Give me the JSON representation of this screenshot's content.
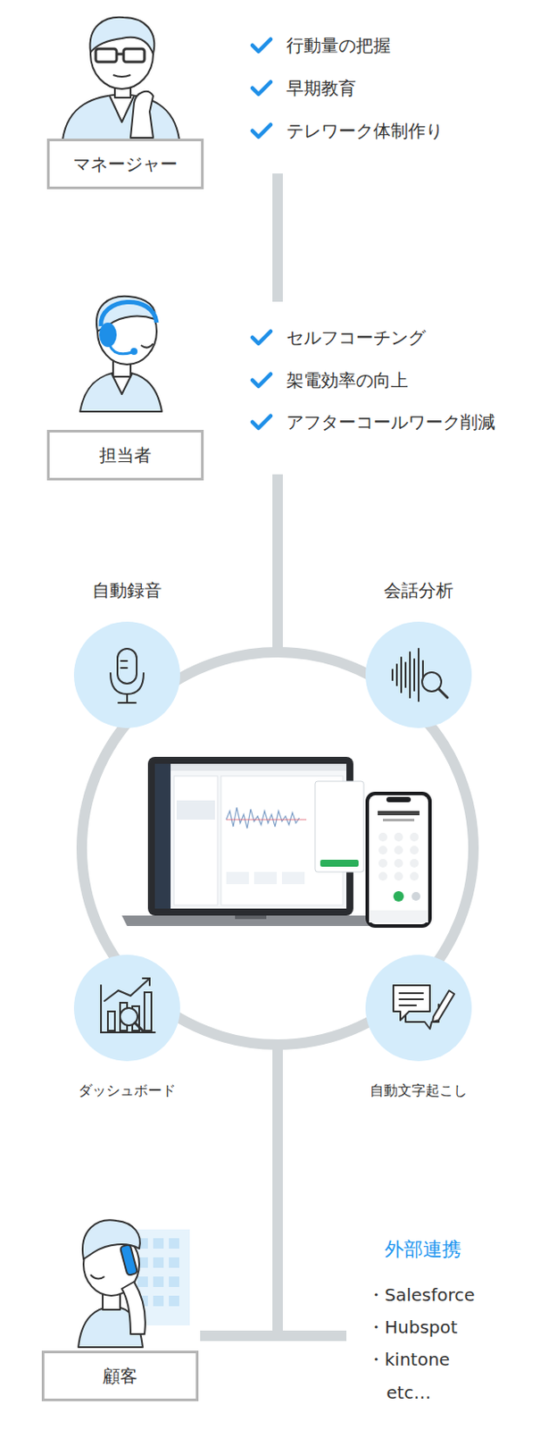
{
  "diagram": {
    "nodes": [
      {
        "text": [
          "マネージャー"
        ]
      },
      {
        "text": [
          "担当者"
        ]
      },
      {
        "text": [
          "自動録音"
        ]
      },
      {
        "text": [
          "会話分析"
        ]
      },
      {
        "text": [
          "ダッシュボード"
        ]
      },
      {
        "text": [
          "自動文字起こし"
        ]
      },
      {
        "text": [
          "顧客"
        ]
      }
    ],
    "labels": [
      "行動量の把握",
      "早期教育",
      "テレワーク体制作り",
      "セルフコーチング",
      "架電効率の向上",
      "アフターコールワーク削減",
      "外部連携",
      "・Salesforce",
      "・Hubspot",
      "・kintone",
      "etc…"
    ]
  }
}
